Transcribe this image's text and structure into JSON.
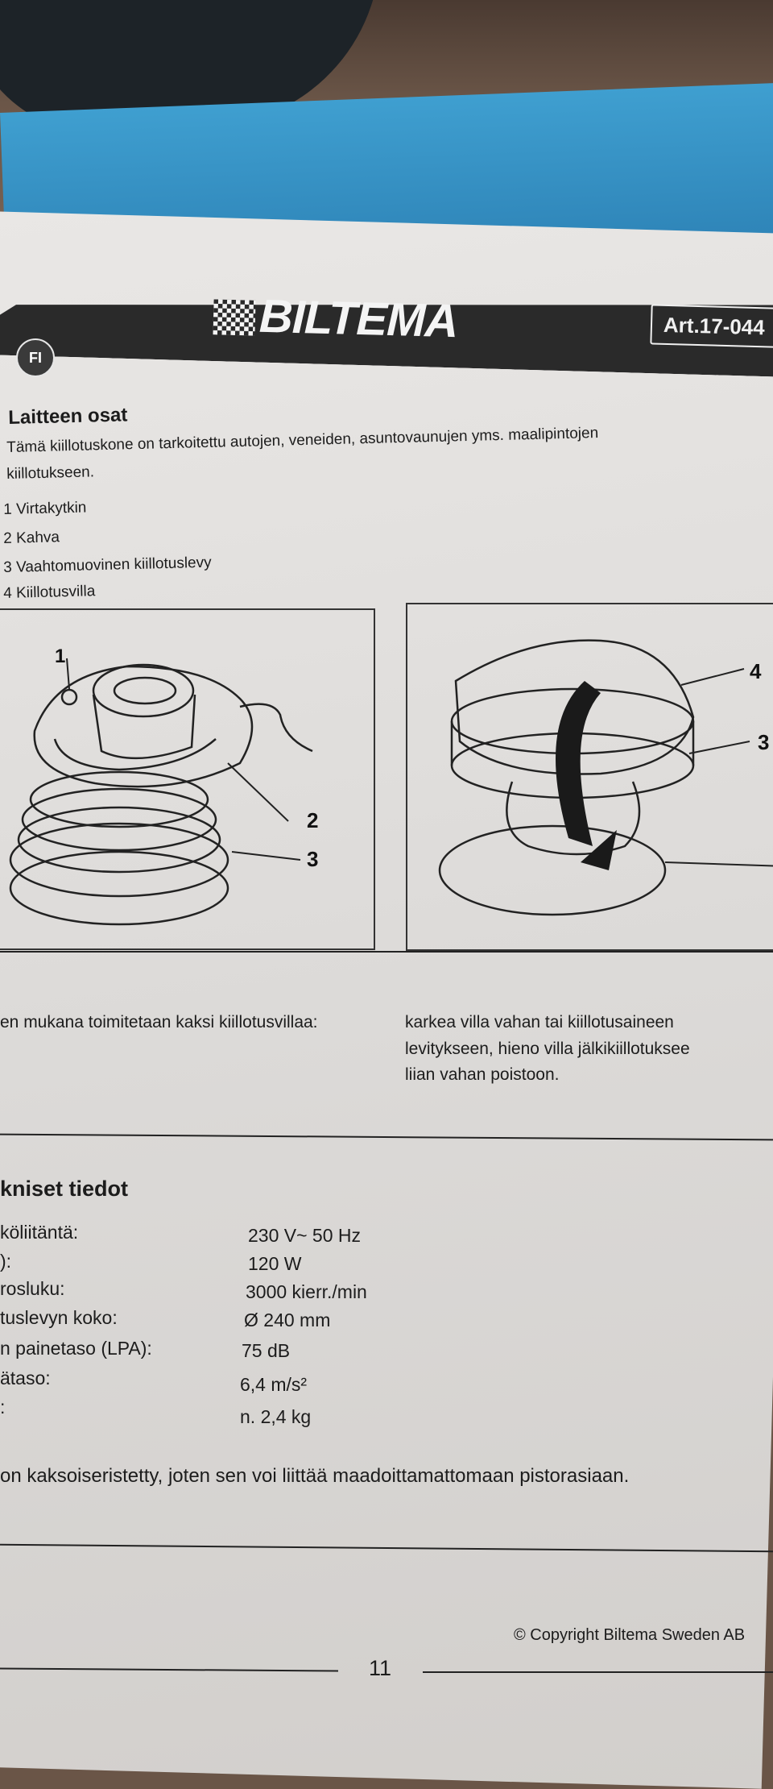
{
  "brand": {
    "logo": "BILTEMA",
    "article": "Art.17-044",
    "language_badge": "FI"
  },
  "section_parts": {
    "title": "Laitteen osat",
    "intro_line1": "Tämä kiillotuskone on tarkoitettu autojen, veneiden, asuntovaunujen yms. maalipintojen",
    "intro_line2": "kiillotukseen.",
    "items": [
      "1 Virtakytkin",
      "2 Kahva",
      "3 Vaahtomuovinen kiillotuslevy",
      "4 Kiillotusvilla"
    ]
  },
  "figure_labels": {
    "left": [
      "1",
      "2",
      "3"
    ],
    "right": [
      "4",
      "3"
    ]
  },
  "caption": {
    "left": "en mukana toimitetaan kaksi kiillotusvillaa:",
    "right_line1": "karkea villa vahan tai kiillotusaineen",
    "right_line2": "levitykseen, hieno villa jälkikiillotuksee",
    "right_line3": "liian vahan poistoon."
  },
  "specs": {
    "title": "kniset tiedot",
    "rows": [
      {
        "label": "köliitäntä:",
        "value": "230 V~ 50 Hz"
      },
      {
        "label": "):",
        "value": "120 W"
      },
      {
        "label": "rosluku:",
        "value": "3000 kierr./min"
      },
      {
        "label": "tuslevyn koko:",
        "value": "Ø 240 mm"
      },
      {
        "label": "n painetaso (LPA):",
        "value": "75 dB"
      },
      {
        "label": "ätaso:",
        "value": "6,4 m/s²"
      },
      {
        "label": ":",
        "value": "n. 2,4 kg"
      }
    ],
    "note": "on kaksoiseristetty, joten sen voi liittää maadoittamattomaan pistorasiaan."
  },
  "footer": {
    "page_number": "11",
    "copyright": "© Copyright Biltema Sweden AB"
  }
}
